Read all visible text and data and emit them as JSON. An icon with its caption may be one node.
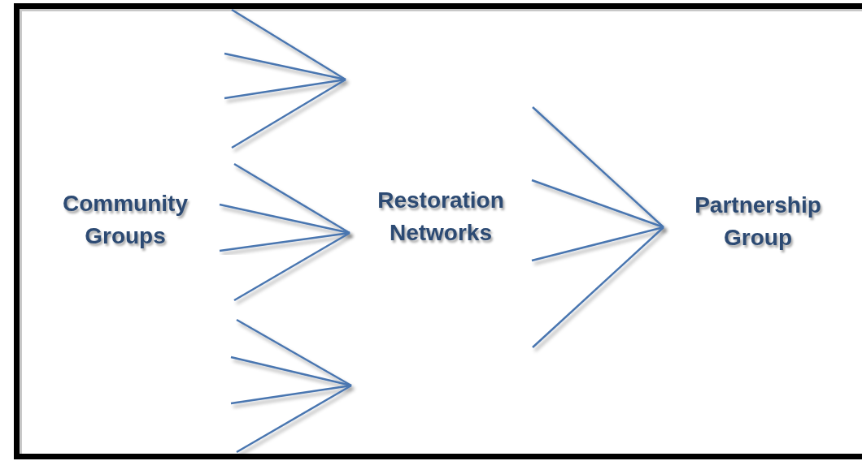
{
  "diagram": {
    "nodes": [
      {
        "text": [
          "Community Groups"
        ]
      },
      {
        "text": [
          "Restoration Networks"
        ]
      },
      {
        "text": [
          "Partnership Group"
        ]
      }
    ],
    "edges": [
      {
        "from": null,
        "to": 1,
        "arrow": "none"
      },
      {
        "from": 0,
        "to": 1,
        "arrow": "none"
      },
      {
        "from": 0,
        "to": 1,
        "arrow": "none"
      },
      {
        "from": null,
        "to": 1,
        "arrow": "none"
      },
      {
        "from": null,
        "to": 2,
        "arrow": "none"
      },
      {
        "from": 1,
        "to": 2,
        "arrow": "none"
      },
      {
        "from": 1,
        "to": 2,
        "arrow": "none"
      },
      {
        "from": null,
        "to": 2,
        "arrow": "none"
      }
    ]
  }
}
